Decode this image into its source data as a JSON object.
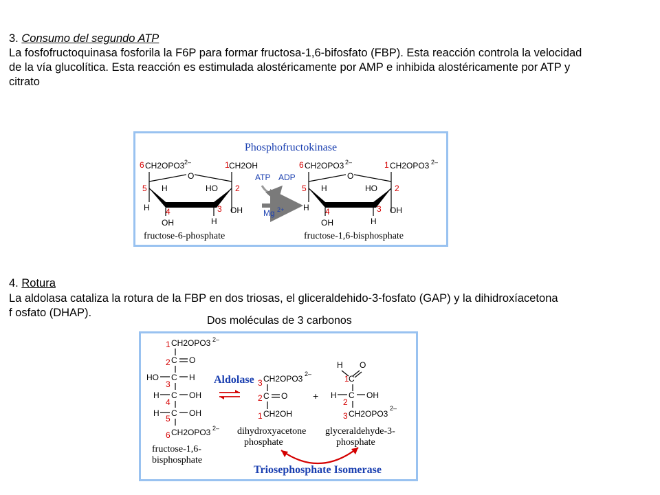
{
  "section3": {
    "number": "3.",
    "heading": "Consumo del segundo ATP",
    "line1": "La fosfofructoquinasa fosforila la F6P para formar fructosa-1,6-bifosfato (FBP). Esta reacción controla la velocidad",
    "line2": "de la vía glucolítica. Esta reacción es estimulada alostéricamente por AMP e inhibida alostéricamente por ATP y",
    "line3": "citrato"
  },
  "section4": {
    "number": "4.",
    "heading": "Rotura",
    "line1": "La aldolasa cataliza la rotura de la FBP en dos triosas, el gliceraldehido-3-fosfato (GAP) y la dihidroxíacetona",
    "line2": "f osfato (DHAP)."
  },
  "caption_three_carbons": "Dos moléculas de 3 carbonos",
  "figure1": {
    "enzyme": "Phosphofructokinase",
    "substrate_label": "fructose-6-phosphate",
    "product_label": "fructose-1,6-bisphosphate",
    "atp": "ATP",
    "adp": "ADP",
    "mg": "Mg",
    "mg_charge": "2+",
    "group_ch2opo3": "CH2OPO3",
    "group_ch2oh": "CH2OH",
    "charge": "2–",
    "o": "O",
    "h": "H",
    "ho": "HO",
    "oh": "OH",
    "n1": "1",
    "n2": "2",
    "n3": "3",
    "n4": "4",
    "n5": "5",
    "n6": "6"
  },
  "figure2": {
    "enzyme": "Aldolase",
    "isomerase": "Triosephosphate Isomerase",
    "fbp_label_1": "fructose-1,6-",
    "fbp_label_2": "bisphosphate",
    "dhap_label_1": "dihydroxyacetone",
    "dhap_label_2": "phosphate",
    "gap_label_1": "glyceraldehyde-3-",
    "gap_label_2": "phosphate",
    "plus": "+",
    "c": "C",
    "o": "O",
    "h": "H",
    "ho": "HO",
    "oh": "OH",
    "group_ch2opo3": "CH2OPO3",
    "group_ch2oh": "CH2OH",
    "charge": "2–",
    "n1": "1",
    "n2": "2",
    "n3": "3",
    "n4": "4",
    "n5": "5",
    "n6": "6"
  },
  "colors": {
    "border": "#99c2f0",
    "blue": "#1a3fb0",
    "red": "#d40000"
  }
}
